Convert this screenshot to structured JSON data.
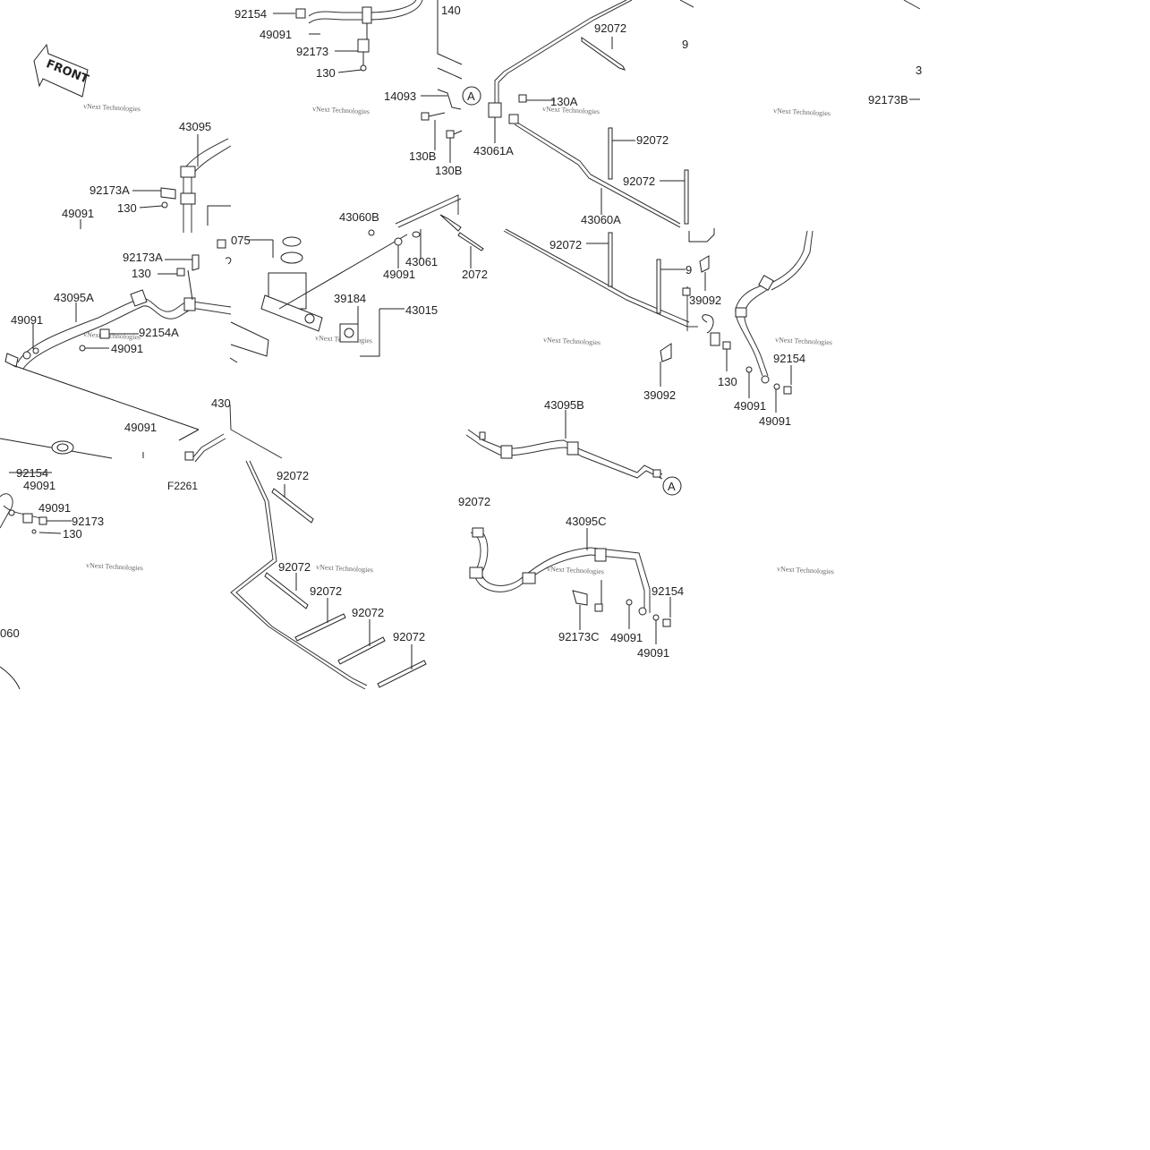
{
  "labels": {
    "l_92154_top": "92154",
    "l_49091_top": "49091",
    "l_92173_top": "92173",
    "l_130_top": "130",
    "l_140_top": "140",
    "l_14093": "14093",
    "l_A_circle1": "A",
    "l_130A": "130A",
    "l_130B_1": "130B",
    "l_130B_2": "130B",
    "l_43061A": "43061A",
    "l_92072_a": "92072",
    "l_92072_b": "92072",
    "l_92072_c": "92072",
    "l_43060A": "43060A",
    "l_92072_d": "92072",
    "l_9_partial": "9",
    "l_39092_a": "39092",
    "l_39092_b": "39092",
    "l_130_right": "130",
    "l_92154_right": "92154",
    "l_49091_right1": "49091",
    "l_49091_right2": "49091",
    "l_92173B": "92173B",
    "l_3_partial": "3",
    "l_9_top_partial": "9",
    "l_43095": "43095",
    "l_92173A_1": "92173A",
    "l_130_a": "130",
    "l_49091_left": "49091",
    "l_92173A_2": "92173A",
    "l_130_b": "130",
    "l_43095A": "43095A",
    "l_49091_l2": "49091",
    "l_92154A": "92154A",
    "l_49091_l3": "49091",
    "l_075": "075",
    "l_43060B": "43060B",
    "l_43061": "43061",
    "l_49091_c": "49091",
    "l_2072": "2072",
    "l_39184": "39184",
    "l_43015": "43015",
    "l_430_partial": "430",
    "l_49091_mid": "49091",
    "l_F2261": "F2261",
    "l_92154_bl": "92154",
    "l_49091_bl1": "49091",
    "l_49091_bl2": "49091",
    "l_92173_bl": "92173",
    "l_130_bl": "130",
    "l_060": "060",
    "l_92072_m1": "92072",
    "l_92072_m2": "92072",
    "l_92072_m3": "92072",
    "l_92072_m4": "92072",
    "l_92072_m5": "92072",
    "l_43095B": "43095B",
    "l_A_circle2": "A",
    "l_92072_lft": "92072",
    "l_43095C": "43095C",
    "l_92154_c": "92154",
    "l_92173C": "92173C",
    "l_49091_c1": "49091",
    "l_49091_c2": "49091"
  },
  "front_arrow": "FRONT",
  "watermark": "vNext Technologies",
  "colors": {
    "ink": "#222222",
    "paper": "#ffffff",
    "watermark": "#cfcfcf"
  }
}
